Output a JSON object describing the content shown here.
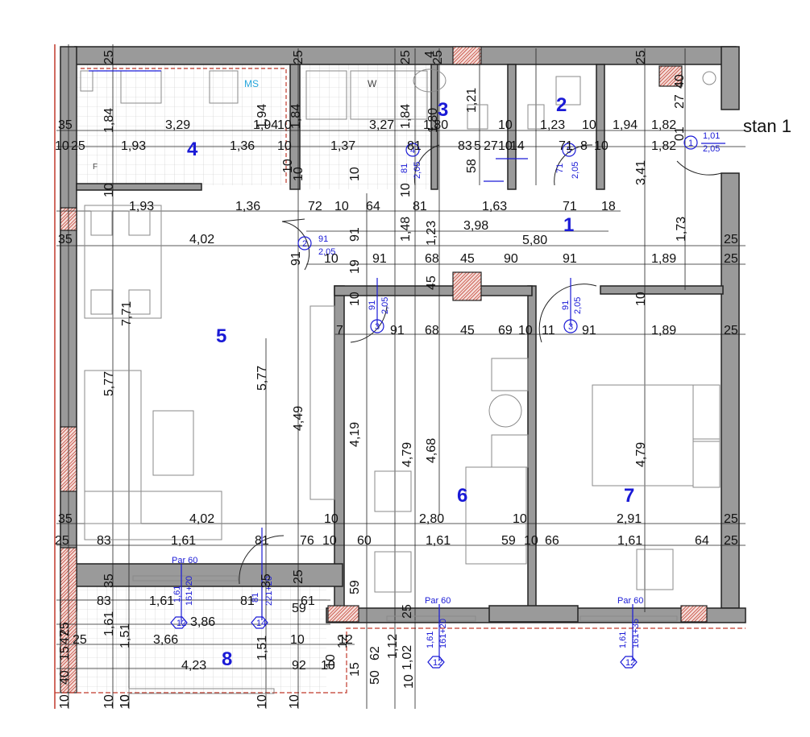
{
  "title": "stan 1",
  "colors": {
    "room_label": "#1a1ad6",
    "wall": "#9a9a9a",
    "hatch": "#c0392b",
    "ms_label": "#27a6dc"
  },
  "rooms": [
    {
      "label": "1"
    },
    {
      "label": "2"
    },
    {
      "label": "3"
    },
    {
      "label": "4"
    },
    {
      "label": "5"
    },
    {
      "label": "6"
    },
    {
      "label": "7"
    },
    {
      "label": "8"
    }
  ],
  "fixtures": {
    "ms": "MS",
    "w": "W",
    "f": "F"
  },
  "doors": {
    "door1": {
      "num": "1",
      "w": "1,01",
      "h": "2,05"
    },
    "door2": {
      "num": "2",
      "w": "91",
      "h": "2,05"
    },
    "door3a": {
      "num": "3",
      "w": "91",
      "h": "2,05"
    },
    "door3b": {
      "num": "3",
      "w": "91",
      "h": "2,05"
    },
    "door4": {
      "num": "4",
      "w": "81",
      "h": "2,05"
    },
    "door5": {
      "num": "5",
      "w": "71",
      "h": "2,05"
    }
  },
  "windows": {
    "w12a": {
      "num": "12",
      "par": "Par 60",
      "d1": "1,61",
      "d2": "161+20"
    },
    "w14": {
      "num": "14",
      "d1": "81",
      "d2": "221+20"
    },
    "w12b": {
      "num": "12",
      "par": "Par 60",
      "d1": "1,61",
      "d2": "161+20"
    },
    "w12c": {
      "num": "12",
      "par": "Par 60",
      "d1": "1,61",
      "d2": "161+35"
    }
  },
  "dims_h": [
    "35",
    "3,29",
    "1,94",
    "10",
    "3,27",
    "1,80",
    "10",
    "1,23",
    "10",
    "1,94",
    "1,82",
    "10",
    "25",
    "1,93",
    "1,36",
    "10",
    "1,37",
    "81",
    "83",
    "5",
    "27",
    "10",
    "14",
    "71",
    "8",
    "10",
    "1,82",
    "1,93",
    "1,36",
    "72",
    "10",
    "64",
    "81",
    "1,63",
    "71",
    "18",
    "3,98",
    "5,80",
    "35",
    "4,02",
    "25",
    "10",
    "91",
    "68",
    "45",
    "90",
    "91",
    "1,89",
    "25",
    "7",
    "91",
    "68",
    "45",
    "69",
    "10",
    "11",
    "91",
    "1,89",
    "25",
    "35",
    "4,02",
    "10",
    "2,80",
    "10",
    "2,91",
    "25",
    "25",
    "83",
    "1,61",
    "81",
    "76",
    "10",
    "60",
    "1,61",
    "59",
    "10",
    "66",
    "1,61",
    "64",
    "25",
    "83",
    "1,61",
    "81",
    "61",
    "3,86",
    "59",
    "25",
    "3,66",
    "10",
    "12",
    "4,23",
    "92",
    "10"
  ],
  "dims_v": [
    "25",
    "25",
    "25",
    "4",
    "25",
    "25",
    "1,84",
    "1,94",
    "1,84",
    "1,21",
    "1,84",
    "1,80",
    "10",
    "10",
    "10",
    "58",
    "3,41",
    "1,73",
    "10",
    "1,23",
    "1,48",
    "91",
    "19",
    "10",
    "45",
    "7,71",
    "5,77",
    "5,77",
    "4,49",
    "4,19",
    "4,79",
    "4,68",
    "4,79",
    "10",
    "35",
    "25",
    "59",
    "35",
    "25",
    "15",
    "62",
    "1,12",
    "1,02",
    "50",
    "1,61",
    "1,51",
    "1,51",
    "10",
    "10",
    "10",
    "10",
    "10",
    "40",
    "15",
    "47",
    "25",
    "10",
    "27",
    "40",
    "01",
    "10",
    "12",
    "10",
    "10",
    "91"
  ]
}
